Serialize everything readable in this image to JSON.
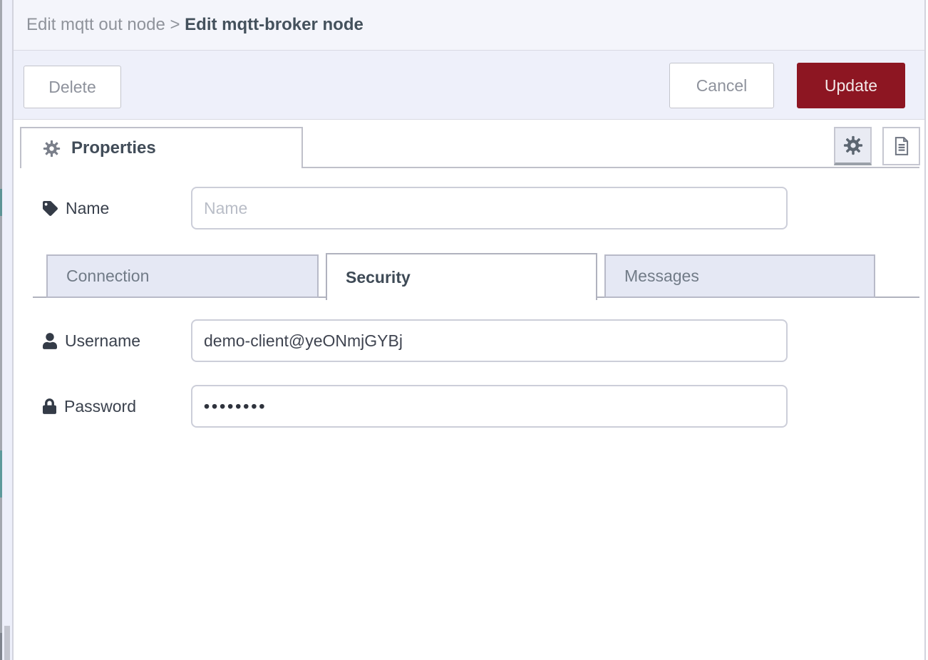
{
  "breadcrumb": {
    "parent": "Edit mqtt out node",
    "separator": " > ",
    "current": "Edit mqtt-broker node"
  },
  "toolbar": {
    "delete_label": "Delete",
    "cancel_label": "Cancel",
    "update_label": "Update"
  },
  "properties_tab": {
    "label": "Properties"
  },
  "header_icons": [
    "gear-icon",
    "document-icon"
  ],
  "tabs": [
    {
      "label": "Connection",
      "active": false
    },
    {
      "label": "Security",
      "active": true
    },
    {
      "label": "Messages",
      "active": false
    }
  ],
  "form": {
    "name": {
      "label": "Name",
      "placeholder": "Name",
      "value": ""
    },
    "username": {
      "label": "Username",
      "value": "demo-client@yeONmjGYBj"
    },
    "password": {
      "label": "Password",
      "masked_value": "••••••••"
    }
  },
  "colors": {
    "update_button_red": "#8d1622",
    "tray_header_bg": "#f4f5fb",
    "toolbar_bg": "#eef0fa",
    "inactive_tab_bg": "#e5e8f4",
    "border_gray": "#bfc0ca",
    "breadcrumb_current": "#44515c"
  }
}
